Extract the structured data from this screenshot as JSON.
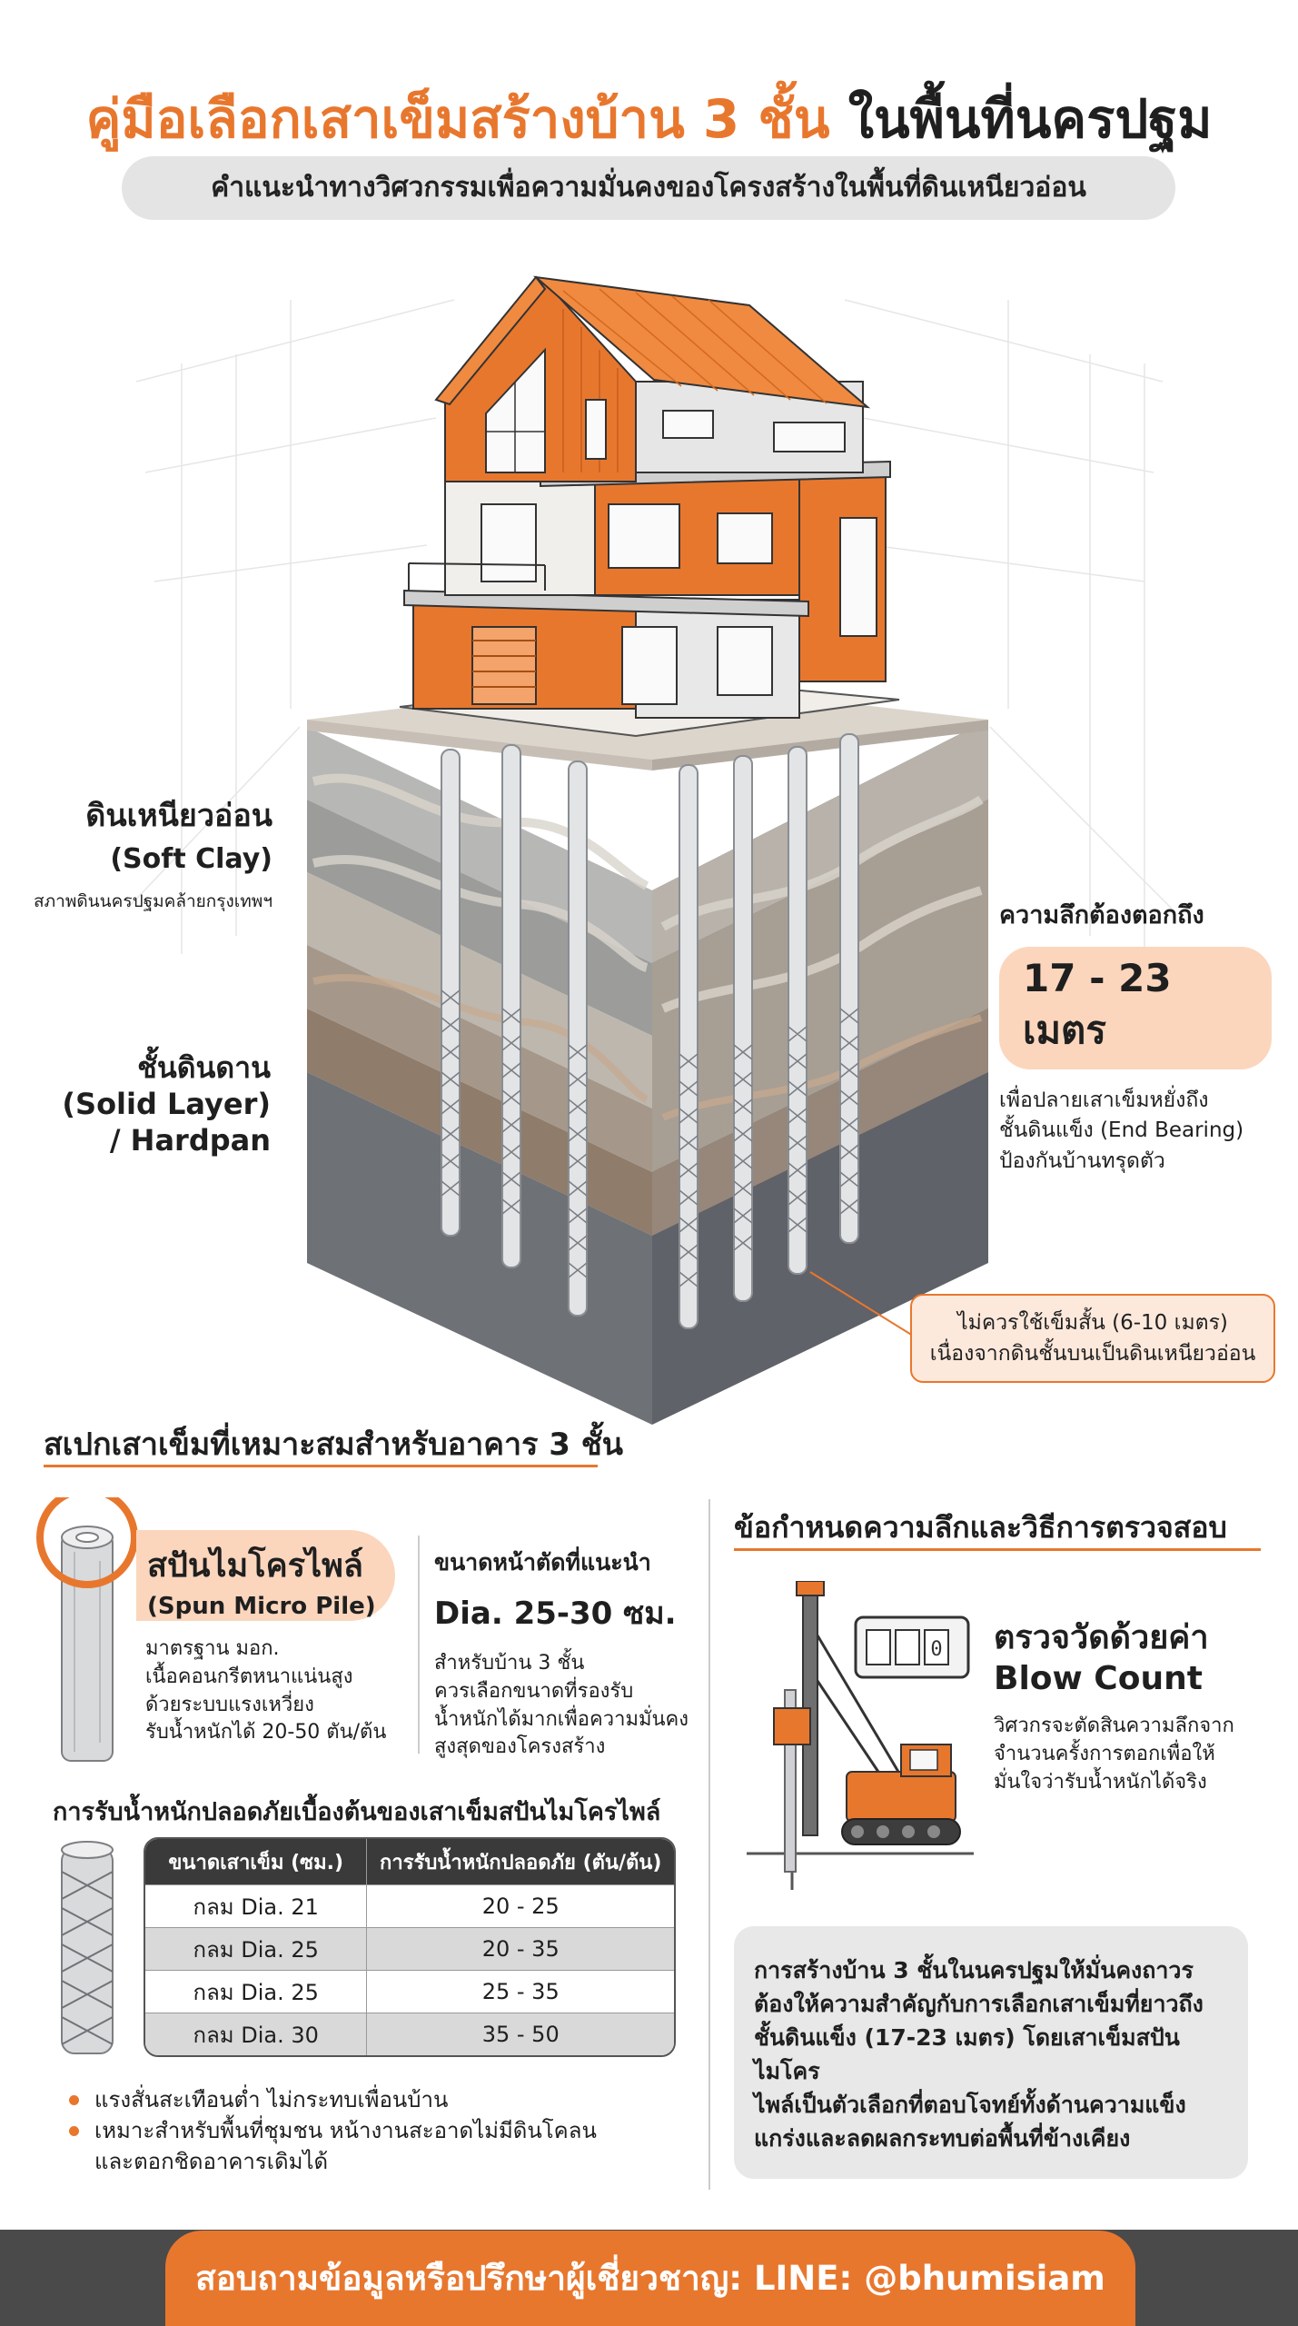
{
  "header": {
    "title_orange": "คู่มือเลือกเสาเข็มสร้างบ้าน 3 ชั้น",
    "title_dark": "ในพื้นที่นครปฐม",
    "subtitle": "คำแนะนำทางวิศวกรรมเพื่อความมั่นคงของโครงสร้างในพื้นที่ดินเหนียวอ่อน"
  },
  "soil": {
    "soft_th": "ดินเหนียวอ่อน",
    "soft_en": "(Soft Clay)",
    "soft_note": "สภาพดินนครปฐมคล้ายกรุงเทพฯ",
    "hard_line1": "ชั้นดินดาน",
    "hard_line2": "(Solid Layer)",
    "hard_line3": "/ Hardpan"
  },
  "depth": {
    "lead": "ความลึกต้องตอกถึง",
    "range": "17 - 23 เมตร",
    "desc1": "เพื่อปลายเสาเข็มหยั่งถึง",
    "desc2": "ชั้นดินแข็ง (End Bearing)",
    "desc3": "ป้องกันบ้านทรุดตัว"
  },
  "warning": {
    "line1": "ไม่ควรใช้เข็มสั้น (6-10 เมตร)",
    "line2": "เนื่องจากดินชั้นบนเป็นดินเหนียวอ่อน"
  },
  "spec": {
    "section_title": "สเปกเสาเข็มที่เหมาะสมสำหรับอาคาร 3 ชั้น",
    "pile_th": "สปันไมโครไพล์",
    "pile_en": "(Spun Micro Pile)",
    "pile_desc1": "มาตรฐาน มอก.",
    "pile_desc2": "เนื้อคอนกรีตหนาแน่นสูง",
    "pile_desc3": "ด้วยระบบแรงเหวี่ยง",
    "pile_desc4": "รับน้ำหนักได้ 20-50 ตัน/ต้น",
    "cross_title": "ขนาดหน้าตัดที่แนะนำ",
    "cross_value": "Dia. 25-30 ซม.",
    "cross_desc1": "สำหรับบ้าน 3 ชั้น",
    "cross_desc2": "ควรเลือกขนาดที่รองรับ",
    "cross_desc3": "น้ำหนักได้มากเพื่อความมั่นคง",
    "cross_desc4": "สูงสุดของโครงสร้าง"
  },
  "load_table": {
    "title": "การรับน้ำหนักปลอดภัยเบื้องต้นของเสาเข็มสปันไมโครไพล์",
    "headers": [
      "ขนาดเสาเข็ม (ซม.)",
      "การรับน้ำหนักปลอดภัย (ตัน/ต้น)"
    ],
    "rows": [
      [
        "กลม Dia. 21",
        "20 - 25"
      ],
      [
        "กลม Dia. 25",
        "20 - 35"
      ],
      [
        "กลม Dia. 25",
        "25 - 35"
      ],
      [
        "กลม Dia. 30",
        "35 - 50"
      ]
    ]
  },
  "bullets": {
    "b1": "แรงสั่นสะเทือนต่ำ ไม่กระทบเพื่อนบ้าน",
    "b2_1": "เหมาะสำหรับพื้นที่ชุมชน หน้างานสะอาดไม่มีดินโคลน",
    "b2_2": "และตอกชิดอาคารเดิมได้"
  },
  "requirements": {
    "title": "ข้อกำหนดความลึกและวิธีการตรวจสอบ",
    "counter": "0",
    "blow_th": "ตรวจวัดด้วยค่า",
    "blow_en": "Blow Count",
    "blow_desc1": "วิศวกรจะตัดสินความลึกจาก",
    "blow_desc2": "จำนวนครั้งการตอกเพื่อให้",
    "blow_desc3": "มั่นใจว่ารับน้ำหนักได้จริง"
  },
  "summary": {
    "l1": "การสร้างบ้าน 3 ชั้นในนครปฐมให้มั่นคงถาวร",
    "l2": "ต้องให้ความสำคัญกับการเลือกเสาเข็มที่ยาวถึง",
    "l3": "ชั้นดินแข็ง (17-23 เมตร) โดยเสาเข็มสปันไมโคร",
    "l4": "ไพล์เป็นตัวเลือกที่ตอบโจทย์ทั้งด้านความแข็ง",
    "l5": "แกร่งและลดผลกระทบต่อพื้นที่ข้างเคียง"
  },
  "footer": {
    "contact": "สอบถามข้อมูลหรือปรึกษาผู้เชี่ยวชาญ: LINE: @bhumisiam"
  },
  "colors": {
    "accent": "#e8772e",
    "accent_light": "#fbd6bd",
    "dark": "#1f1f1f",
    "footer_bg": "#4a4a4a"
  }
}
